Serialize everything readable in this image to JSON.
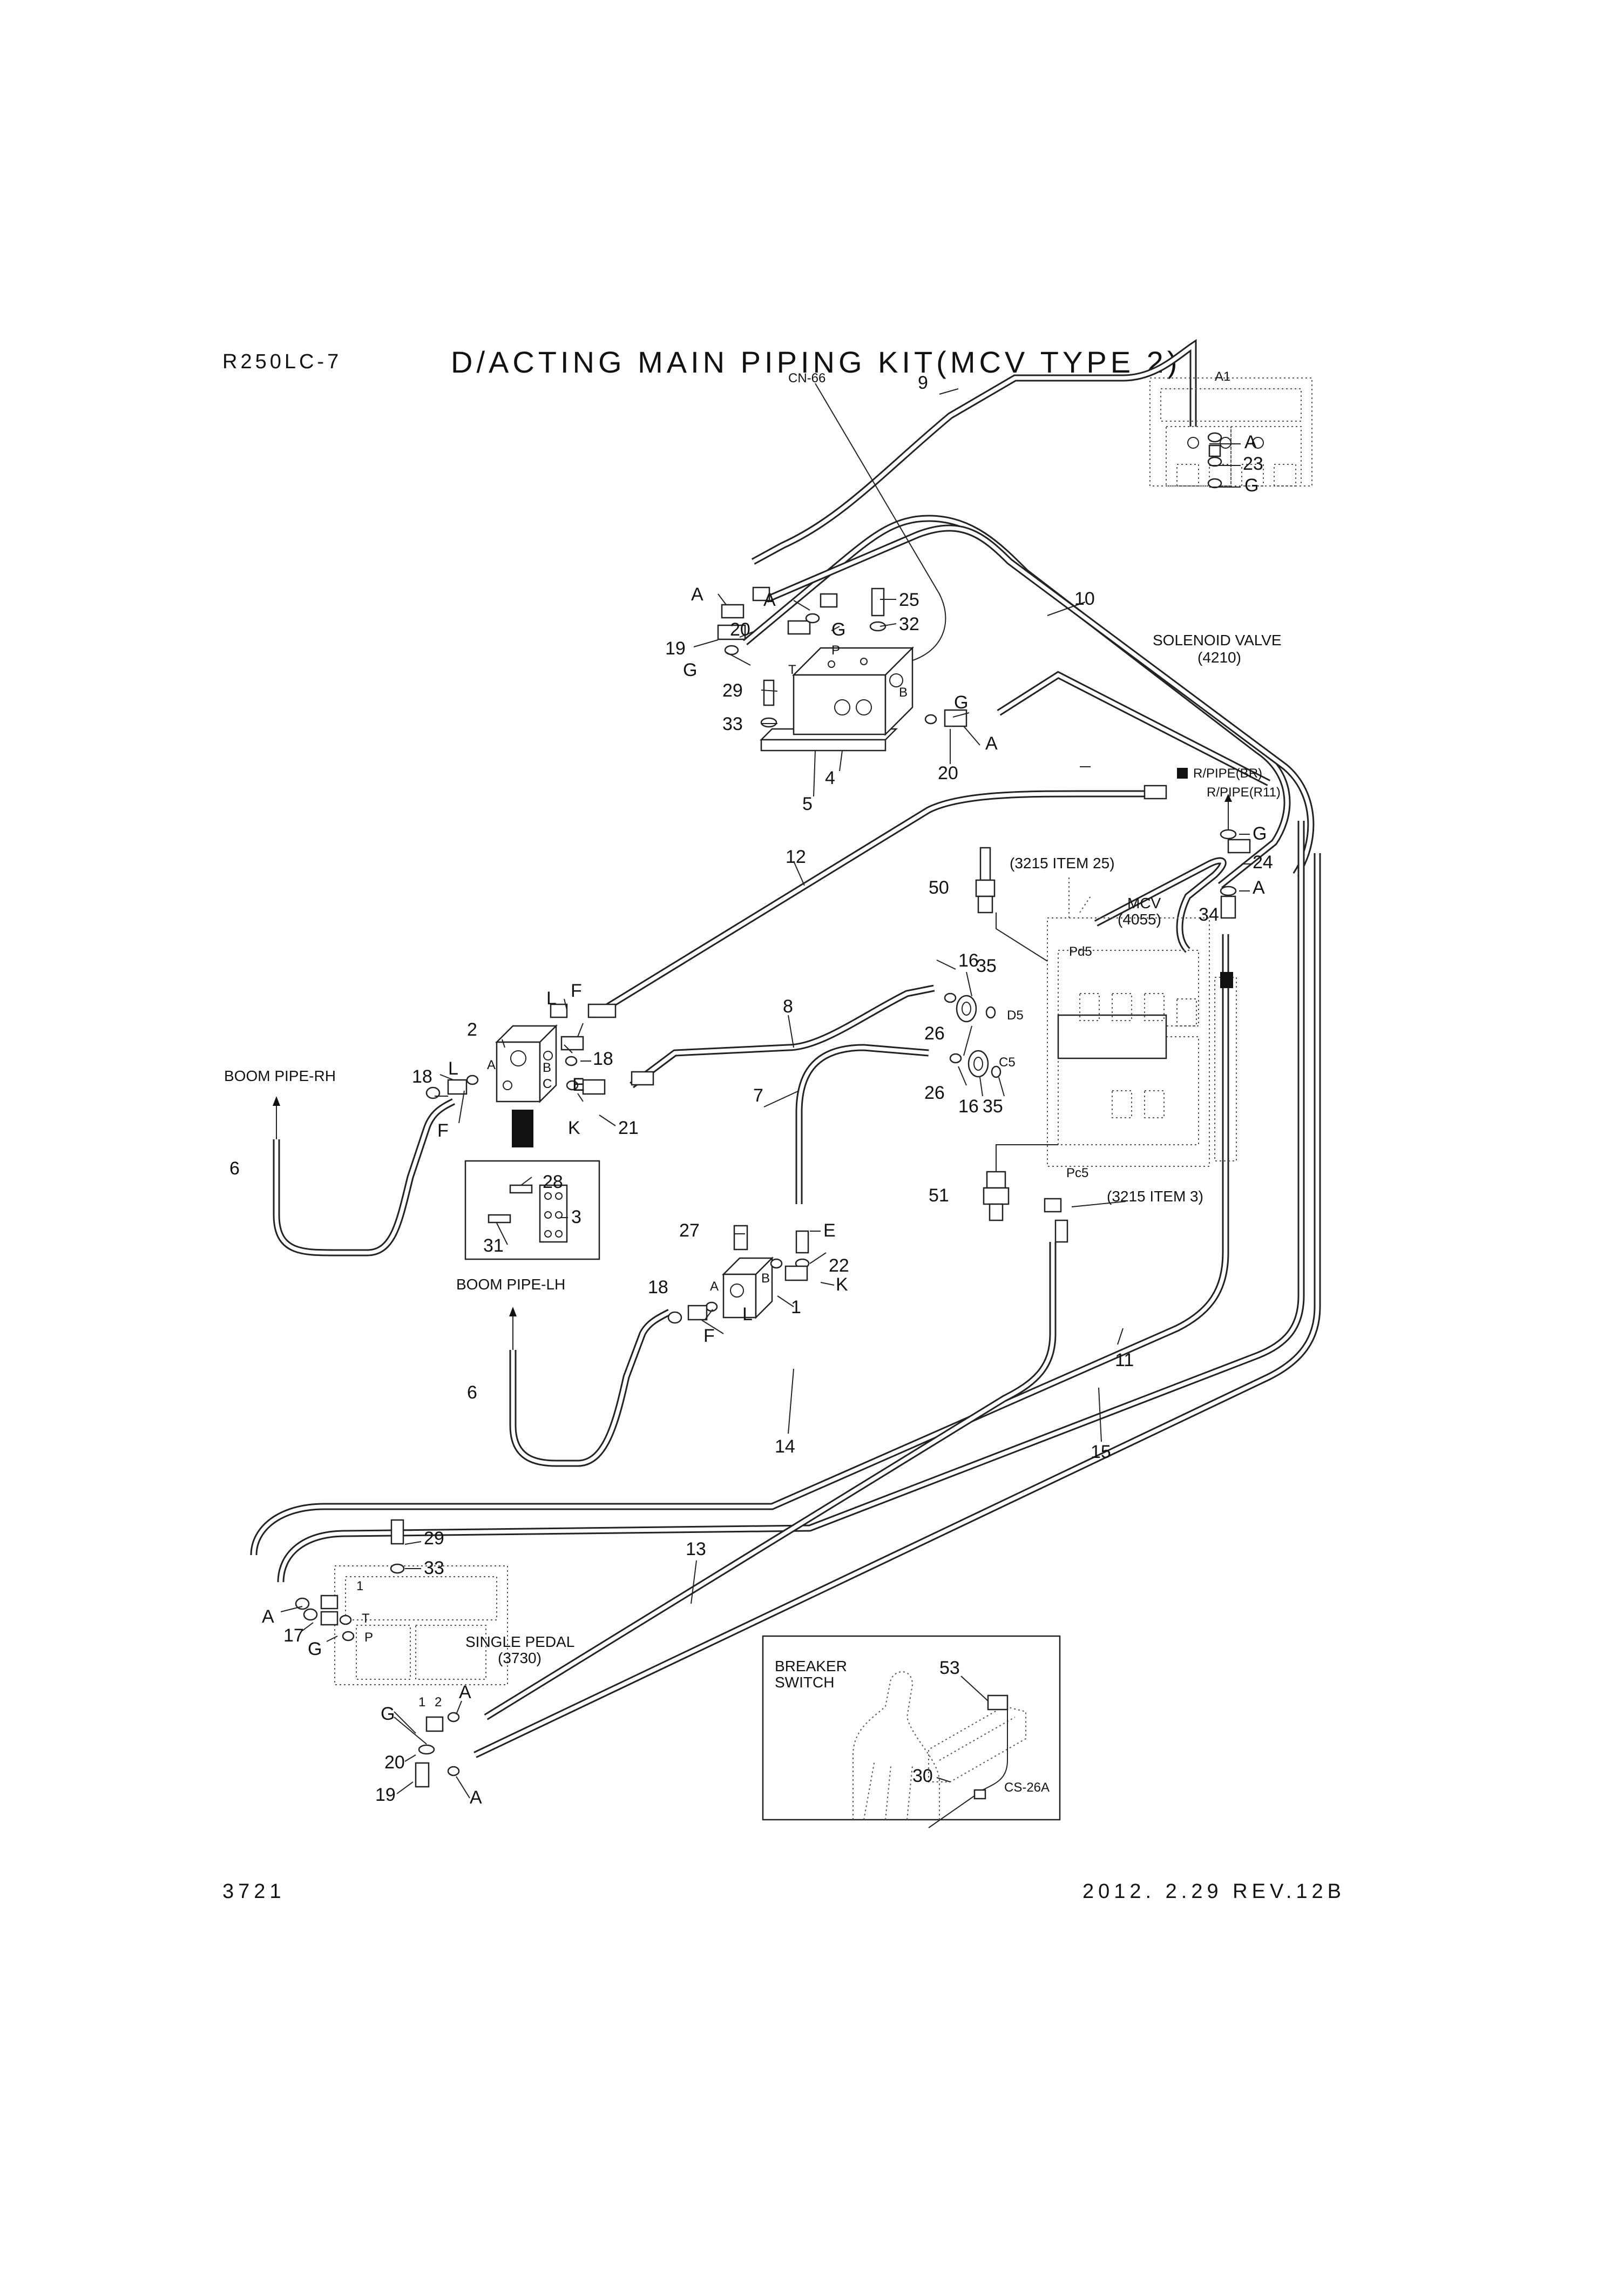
{
  "header": {
    "model": "R250LC-7",
    "title": "D/ACTING MAIN PIPING KIT(MCV TYPE 2)"
  },
  "footer": {
    "page": "3721",
    "revision": "2012. 2.29  REV.12B"
  },
  "components": {
    "solenoid_valve": [
      "SOLENOID VALVE",
      "(4210)"
    ],
    "mcv": [
      "MCV",
      "(4055)"
    ],
    "single_pedal": [
      "SINGLE PEDAL",
      "(3730)"
    ],
    "breaker_switch": [
      "BREAKER",
      "SWITCH"
    ],
    "boom_pipe_rh": "BOOM PIPE-RH",
    "boom_pipe_lh": "BOOM PIPE-LH",
    "r_pipe_br": "R/PIPE(BR)",
    "r_pipe_r11": "R/PIPE(R11)",
    "item_3215_25": "(3215 ITEM 25)",
    "item_3215_3": "(3215 ITEM 3)",
    "cn66": "CN-66",
    "cs26a": "CS-26A"
  },
  "ports": {
    "a1": "A1",
    "pd5": "Pd5",
    "d5": "D5",
    "c5": "C5",
    "pc5": "Pc5",
    "p": "P",
    "t": "T",
    "b": "B",
    "a": "A",
    "c": "C",
    "one": "1",
    "two": "2"
  },
  "callouts": {
    "n1": "1",
    "n2": "2",
    "n3": "3",
    "n4": "4",
    "n5": "5",
    "n6": "6",
    "n7": "7",
    "n8": "8",
    "n9": "9",
    "n10": "10",
    "n11": "11",
    "n12": "12",
    "n13": "13",
    "n14": "14",
    "n15": "15",
    "n16": "16",
    "n17": "17",
    "n18": "18",
    "n19": "19",
    "n20": "20",
    "n21": "21",
    "n22": "22",
    "n23": "23",
    "n24": "24",
    "n25": "25",
    "n26": "26",
    "n27": "27",
    "n28": "28",
    "n29": "29",
    "n30": "30",
    "n31": "31",
    "n32": "32",
    "n33": "33",
    "n34": "34",
    "n35": "35",
    "n50": "50",
    "n51": "51",
    "n53": "53",
    "la": "A",
    "lg": "G",
    "le": "E",
    "lf": "F",
    "lk": "K",
    "ll": "L"
  }
}
